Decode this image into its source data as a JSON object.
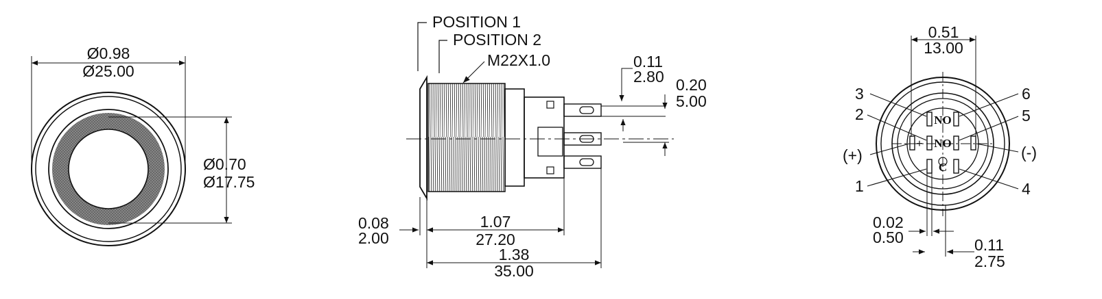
{
  "views": {
    "front": {
      "outer_diameter": {
        "inch": "Ø0.98",
        "mm": "Ø25.00"
      },
      "ring_diameter": {
        "inch": "Ø0.70",
        "mm": "Ø17.75"
      }
    },
    "side": {
      "position_1": "POSITION 1",
      "position_2": "POSITION 2",
      "thread": "M22X1.0",
      "terminal_offset": {
        "inch": "0.11",
        "mm": "2.80"
      },
      "terminal_thickness": {
        "inch": "0.20",
        "mm": "5.00"
      },
      "bezel_thickness": {
        "inch": "0.08",
        "mm": "2.00"
      },
      "body_length": {
        "inch": "1.07",
        "mm": "27.20"
      },
      "overall_length": {
        "inch": "1.38",
        "mm": "35.00"
      }
    },
    "rear": {
      "pin_span": {
        "inch": "0.51",
        "mm": "13.00"
      },
      "pin_numbers": [
        "1",
        "2",
        "3",
        "4",
        "5",
        "6"
      ],
      "polarity_plus": "(+)",
      "polarity_minus": "(-)",
      "contact_labels": {
        "no_top": "NO",
        "no_mid": "NO",
        "c": "C",
        "plus_sign": "+"
      },
      "pin_thickness": {
        "inch": "0.02",
        "mm": "0.50"
      },
      "pin_width": {
        "inch": "0.11",
        "mm": "2.75"
      }
    }
  }
}
